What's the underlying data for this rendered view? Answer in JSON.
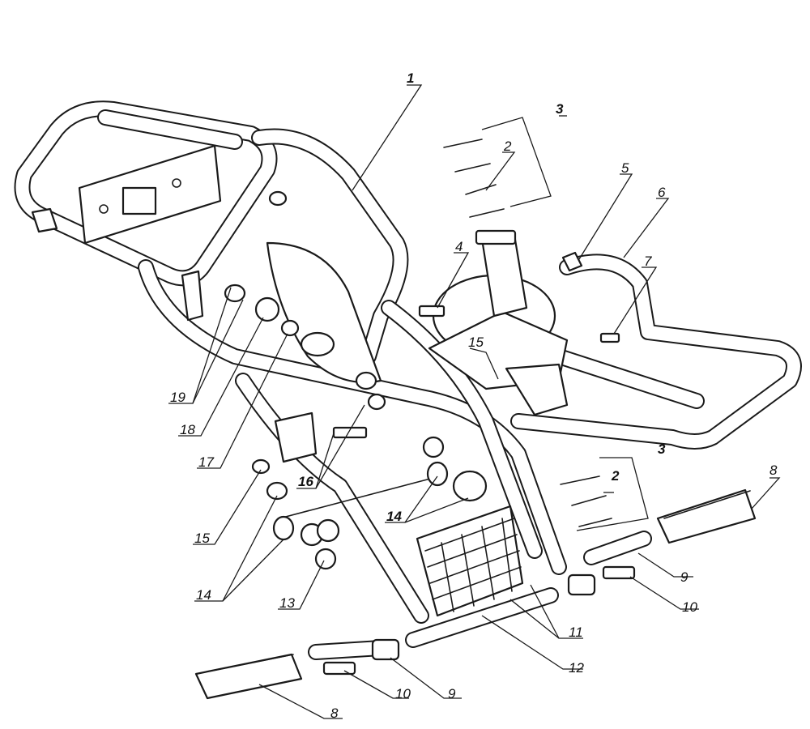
{
  "callouts": {
    "c1": "1",
    "c2a": "2",
    "c2b": "2",
    "c3a": "3",
    "c3b": "3",
    "c4": "4",
    "c5": "5",
    "c6": "6",
    "c7": "7",
    "c8a": "8",
    "c8b": "8",
    "c9a": "9",
    "c9b": "9",
    "c10a": "10",
    "c10b": "10",
    "c11": "11",
    "c12": "12",
    "c13": "13",
    "c14a": "14",
    "c14b": "14",
    "c15a": "15",
    "c15b": "15",
    "c16": "16",
    "c17": "17",
    "c18": "18",
    "c19": "19"
  }
}
